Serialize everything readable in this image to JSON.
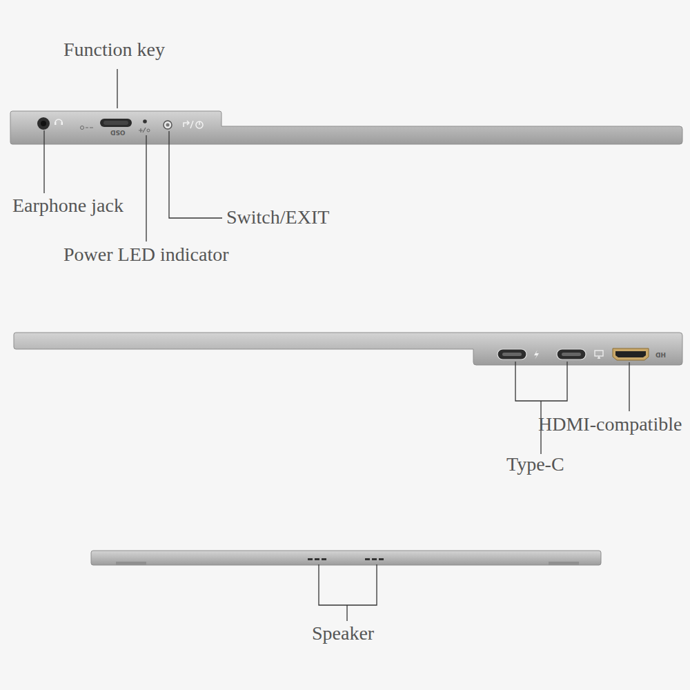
{
  "diagram": {
    "labels": [
      "Function key",
      "Earphone jack",
      "Power LED indicator",
      "Switch/EXIT",
      "HDMI-compatible",
      "Type-C",
      "Speaker",
      "OSD",
      "HD"
    ]
  }
}
